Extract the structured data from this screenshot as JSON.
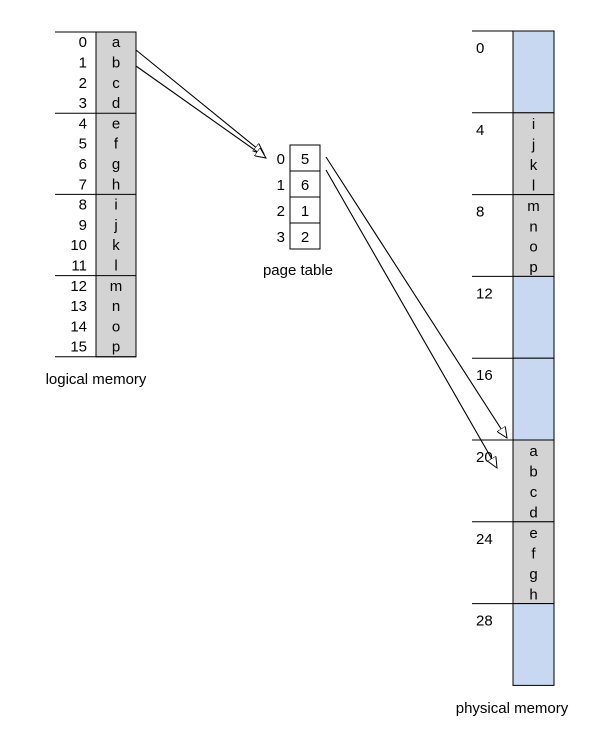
{
  "logical_memory": {
    "caption": "logical memory",
    "addresses": [
      "0",
      "1",
      "2",
      "3",
      "4",
      "5",
      "6",
      "7",
      "8",
      "9",
      "10",
      "11",
      "12",
      "13",
      "14",
      "15"
    ],
    "bytes": [
      "a",
      "b",
      "c",
      "d",
      "e",
      "f",
      "g",
      "h",
      "i",
      "j",
      "k",
      "l",
      "m",
      "n",
      "o",
      "p"
    ]
  },
  "page_table": {
    "caption": "page table",
    "indices": [
      "0",
      "1",
      "2",
      "3"
    ],
    "frames": [
      "5",
      "6",
      "1",
      "2"
    ]
  },
  "physical_memory": {
    "caption": "physical memory",
    "frame_addresses": [
      "0",
      "4",
      "8",
      "12",
      "16",
      "20",
      "24",
      "28"
    ],
    "frames": [
      {
        "bytes": [],
        "occupied": false
      },
      {
        "bytes": [
          "i",
          "j",
          "k",
          "l"
        ],
        "occupied": true
      },
      {
        "bytes": [
          "m",
          "n",
          "o",
          "p"
        ],
        "occupied": true
      },
      {
        "bytes": [],
        "occupied": false
      },
      {
        "bytes": [],
        "occupied": false
      },
      {
        "bytes": [
          "a",
          "b",
          "c",
          "d"
        ],
        "occupied": true
      },
      {
        "bytes": [
          "e",
          "f",
          "g",
          "h"
        ],
        "occupied": true
      },
      {
        "bytes": [],
        "occupied": false
      }
    ]
  },
  "colors": {
    "occupied": "#d3d3d3",
    "free": "#c8d8f0",
    "line": "#000000"
  }
}
